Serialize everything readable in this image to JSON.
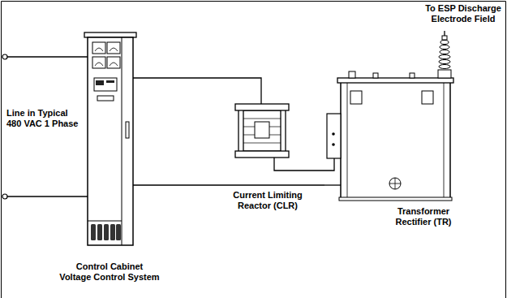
{
  "diagram": {
    "nodes": [
      {
        "text": [
          "Control Cabinet Voltage Control System"
        ]
      },
      {
        "text": [
          "Current Limiting Reactor (CLR)"
        ]
      },
      {
        "text": [
          "Transformer Rectifier (TR)"
        ]
      }
    ],
    "edges": [
      {
        "from": 0,
        "to": 1,
        "arrow": "none"
      },
      {
        "from": 1,
        "to": 2,
        "arrow": "none"
      },
      {
        "from": 0,
        "to": 2,
        "arrow": "none"
      }
    ],
    "labels": [
      "To ESP Discharge Electrode Field",
      "Line in Typical 480 VAC 1 Phase"
    ]
  }
}
